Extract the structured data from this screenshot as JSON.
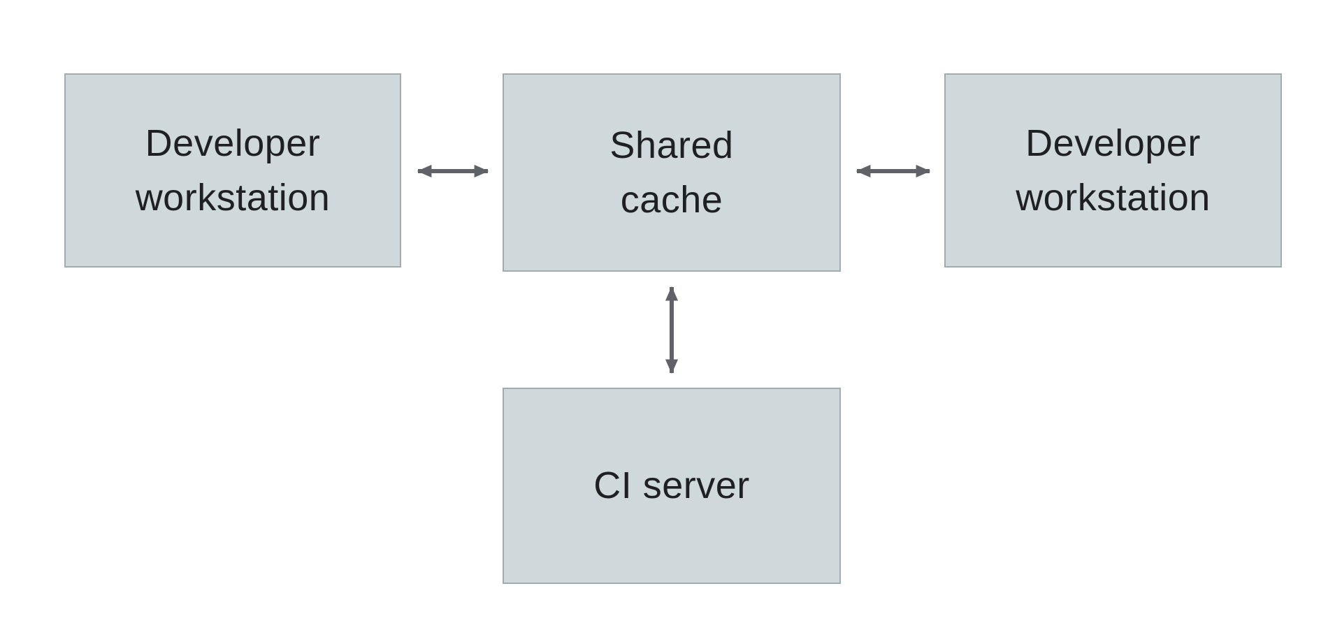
{
  "diagram": {
    "type": "architecture-diagram",
    "nodes": [
      {
        "id": "dev-left",
        "label": "Developer\nworkstation"
      },
      {
        "id": "cache",
        "label": "Shared\ncache"
      },
      {
        "id": "dev-right",
        "label": "Developer\nworkstation"
      },
      {
        "id": "ci",
        "label": "CI server"
      }
    ],
    "edges": [
      {
        "from": "dev-left",
        "to": "cache",
        "direction": "bidirectional",
        "orientation": "horizontal"
      },
      {
        "from": "cache",
        "to": "dev-right",
        "direction": "bidirectional",
        "orientation": "horizontal"
      },
      {
        "from": "cache",
        "to": "ci",
        "direction": "bidirectional",
        "orientation": "vertical"
      }
    ],
    "colors": {
      "background": "#ffffff",
      "node_fill": "#cfd8da",
      "node_border": "#a2acae",
      "arrow": "#5f6368",
      "text": "#1f2023"
    }
  }
}
